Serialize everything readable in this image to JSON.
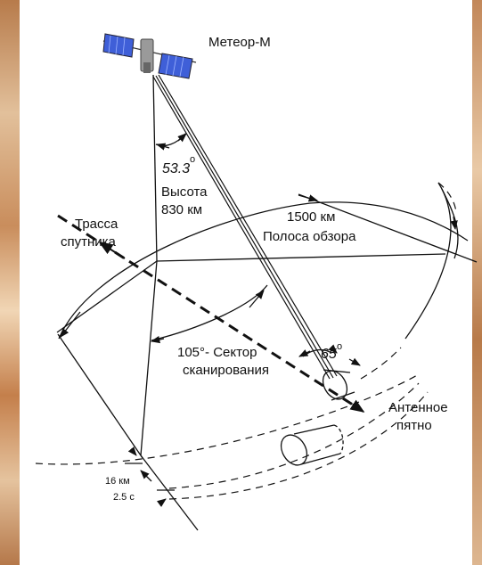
{
  "satellite_name": "Метеор-М",
  "angle_nadir": "53.3",
  "altitude_label": "Высота",
  "altitude_value": "830 км",
  "swath_width": "1500 км",
  "swath_label": "Полоса обзора",
  "track_line1": "Трасса",
  "track_line2": "спутника",
  "sector_line1": "105°- Сектор",
  "sector_line2": "сканирования",
  "incidence_angle": "65",
  "footprint_line1": "Антенное",
  "footprint_line2": "пятно",
  "step_distance": "16 км",
  "step_time": "2.5 с",
  "degree_mark": "o",
  "colors": {
    "line": "#111111",
    "panel": "#ffffff",
    "solar_panel": "#3f5fd8",
    "background": "#d9b38a"
  }
}
